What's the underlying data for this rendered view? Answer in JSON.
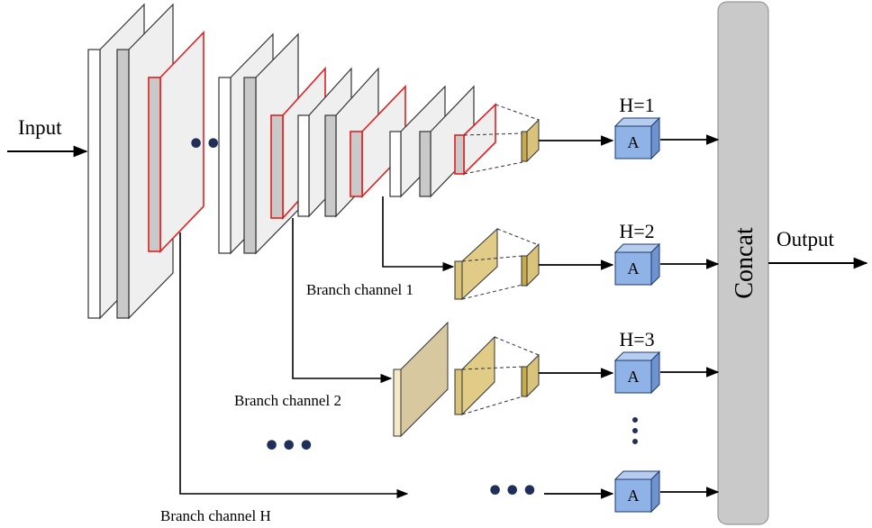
{
  "labels": {
    "input": "Input",
    "output": "Output",
    "concat": "Concat",
    "branch1": "Branch channel 1",
    "branch2": "Branch channel 2",
    "branchH": "Branch channel H"
  },
  "heads": [
    {
      "label": "H=1",
      "cube": "A"
    },
    {
      "label": "H=2",
      "cube": "A"
    },
    {
      "label": "H=3",
      "cube": "A"
    },
    {
      "label": "",
      "cube": "A"
    }
  ],
  "ellipsis": "•••",
  "colors": {
    "layer_fill": "#d0d0d0",
    "layer_highlight_border": "#e02020",
    "branch_feature": "#d9c27a",
    "branch_feature_light": "#efe3bd",
    "cube_fill": "#8fb3e6",
    "concat_fill": "#c9c9c9",
    "dots": "#1f2f5a"
  }
}
